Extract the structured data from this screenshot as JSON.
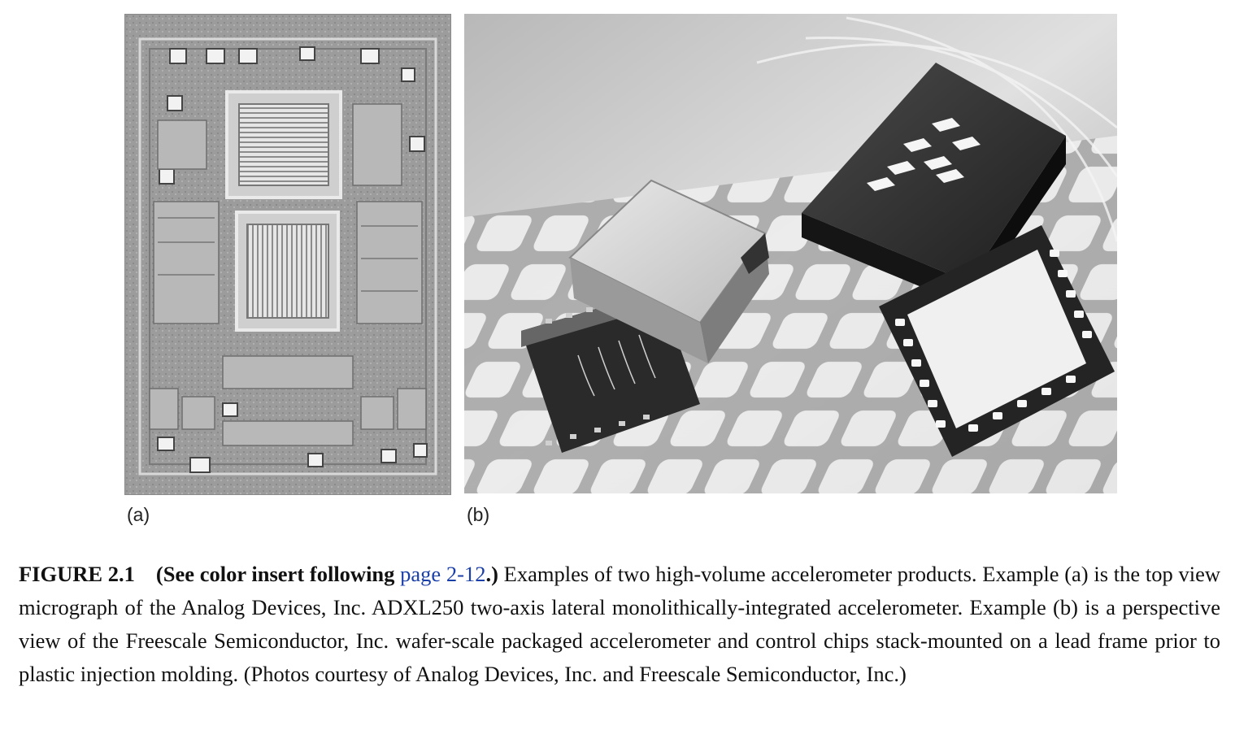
{
  "panels": {
    "a": {
      "label": "(a)"
    },
    "b": {
      "label": "(b)"
    }
  },
  "caption": {
    "figure_number": "FIGURE 2.1",
    "insert_prefix": "(See color insert following ",
    "insert_link": "page 2-12",
    "insert_suffix": ".)",
    "body": " Examples of two high-volume accelerometer products. Example (a) is the top view micrograph of the Analog Devices, Inc. ADXL250 two-axis lateral monolithically-integrated accelerometer. Example (b) is a perspective view of the Freescale Semiconductor, Inc. wafer-scale packaged accelerometer and control chips stack-mounted on a lead frame prior to plastic injection molding. (Photos courtesy of Analog Devices, Inc. and Freescale Semiconductor, Inc.)"
  },
  "colors": {
    "link": "#1a3fa8"
  }
}
